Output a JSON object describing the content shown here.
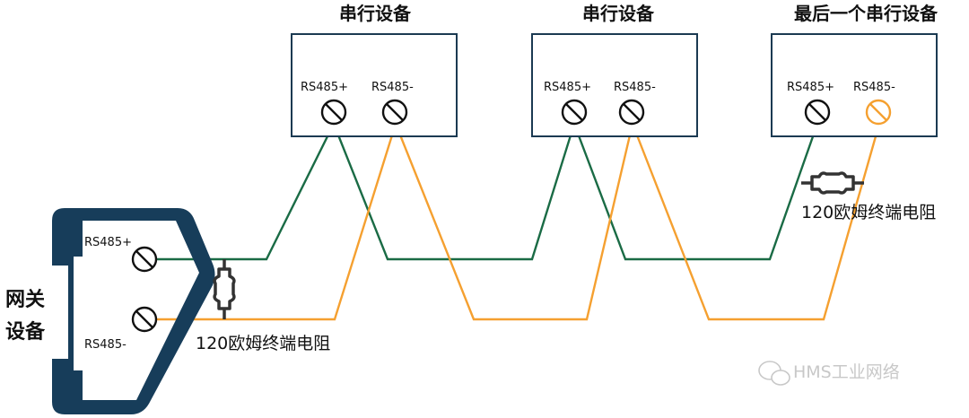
{
  "devices": [
    {
      "title": "串行设备",
      "plus_label": "RS485+",
      "minus_label": "RS485-"
    },
    {
      "title": "串行设备",
      "plus_label": "RS485+",
      "minus_label": "RS485-"
    },
    {
      "title": "最后一个串行设备",
      "plus_label": "RS485+",
      "minus_label": "RS485-"
    }
  ],
  "gateway": {
    "label_line1": "网关",
    "label_line2": "设备",
    "plus_label": "RS485+",
    "minus_label": "RS485-"
  },
  "resistor_gateway": {
    "label": "120欧姆终端电阻"
  },
  "resistor_end": {
    "label": "120欧姆终端电阻"
  },
  "watermark": {
    "text": "HMS工业网络"
  },
  "colors": {
    "box_border": "#1b3a52",
    "gateway_body": "#173d5a",
    "wire_plus": "#1a6b45",
    "wire_minus": "#f5a030",
    "resistor": "#333333",
    "terminal": "#111111"
  }
}
